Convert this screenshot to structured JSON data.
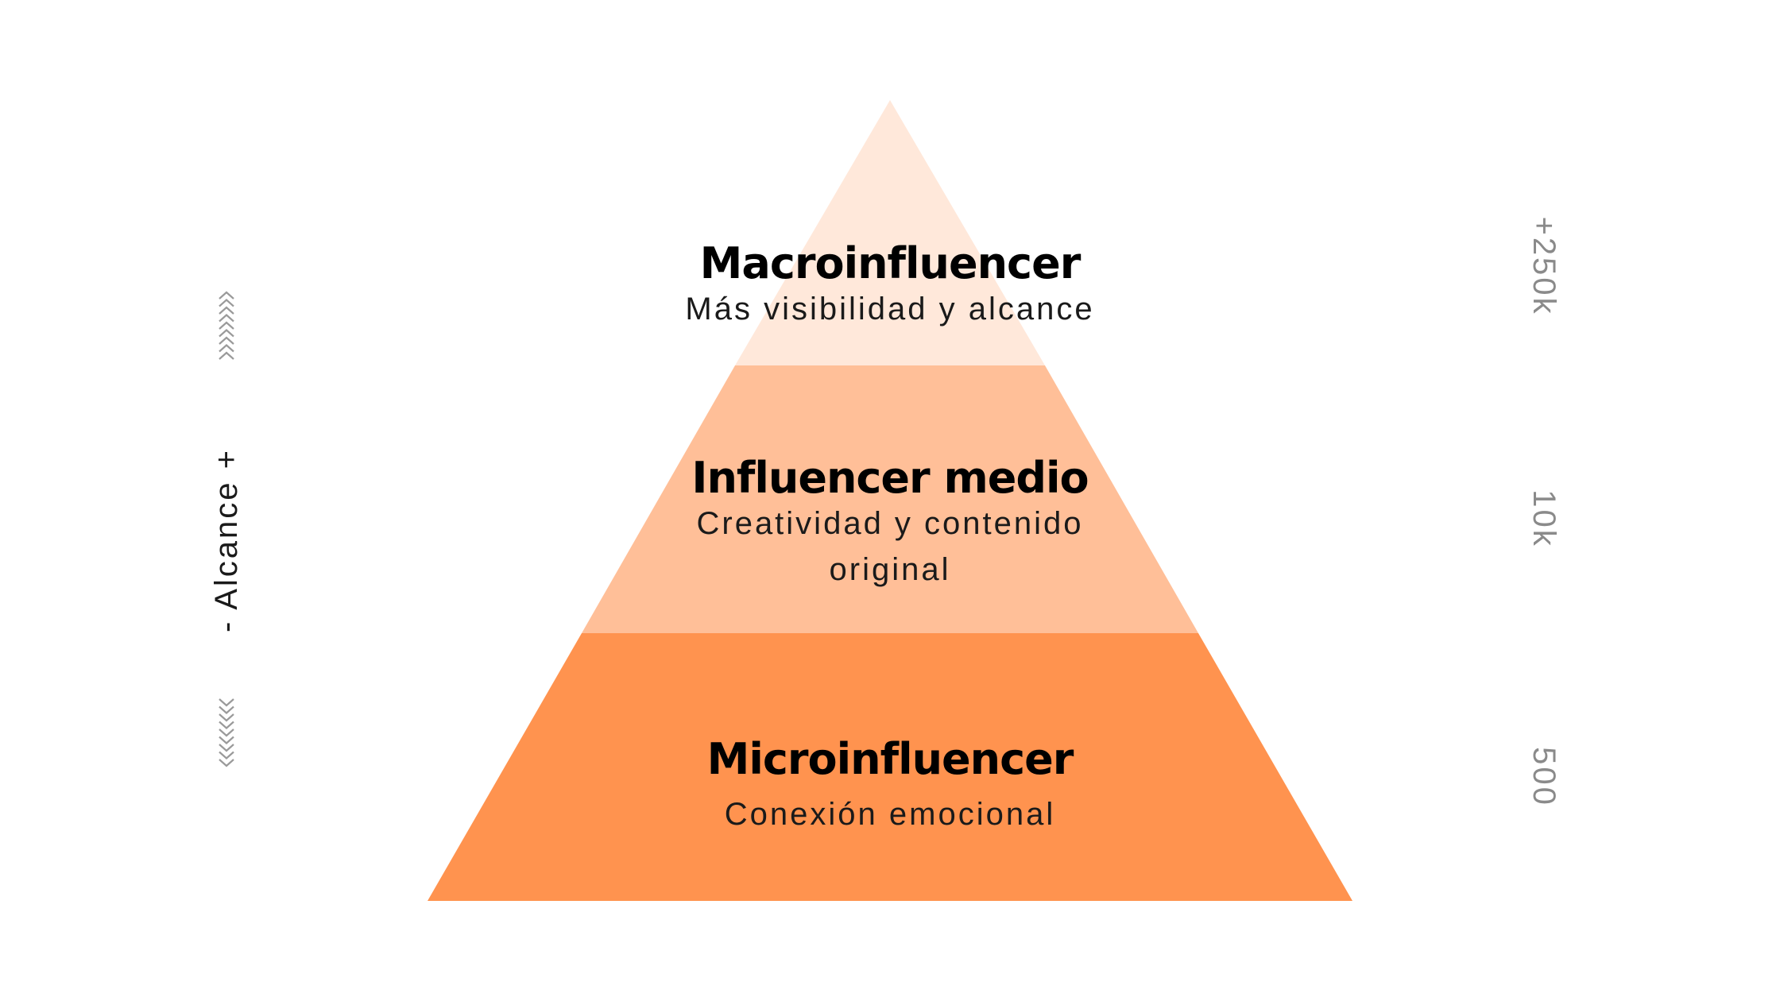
{
  "tiers": [
    {
      "title": "Macroinfluencer",
      "description_lines": [
        "Más visibilidad y alcance"
      ],
      "color": "#FFE8DA",
      "count": "+250k"
    },
    {
      "title": "Influencer medio",
      "description_lines": [
        "Creatividad y contenido",
        "original"
      ],
      "color": "#FFBF98",
      "count": "10k"
    },
    {
      "title": "Microinfluencer",
      "description_lines": [
        "Conexión emocional"
      ],
      "color": "#FF934F",
      "count": "500"
    }
  ],
  "axis": {
    "label": "- Alcance +"
  },
  "chevron_icons": {
    "up": "chevron-up-icon",
    "down": "chevron-down-icon"
  }
}
